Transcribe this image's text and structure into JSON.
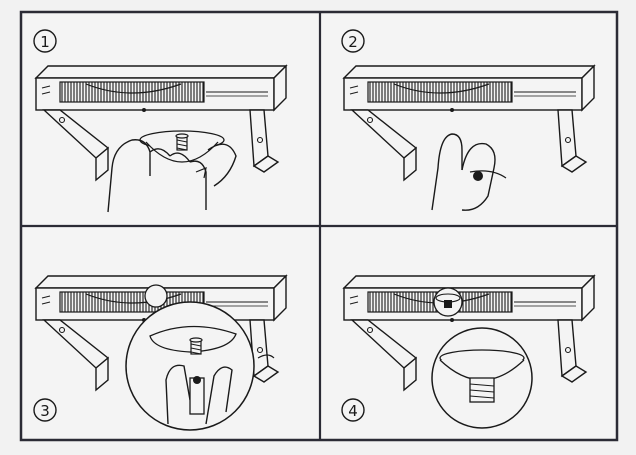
{
  "panels": [
    {
      "number": "1"
    },
    {
      "number": "2"
    },
    {
      "number": "3"
    },
    {
      "number": "4"
    }
  ],
  "colors": {
    "paper": "#f2f2f2",
    "ink": "#1a1a1a",
    "frame": "#2b2b35"
  },
  "icons": [
    "fingers-icon",
    "hand-icon",
    "magnifier-circle-icon",
    "screw-icon"
  ]
}
